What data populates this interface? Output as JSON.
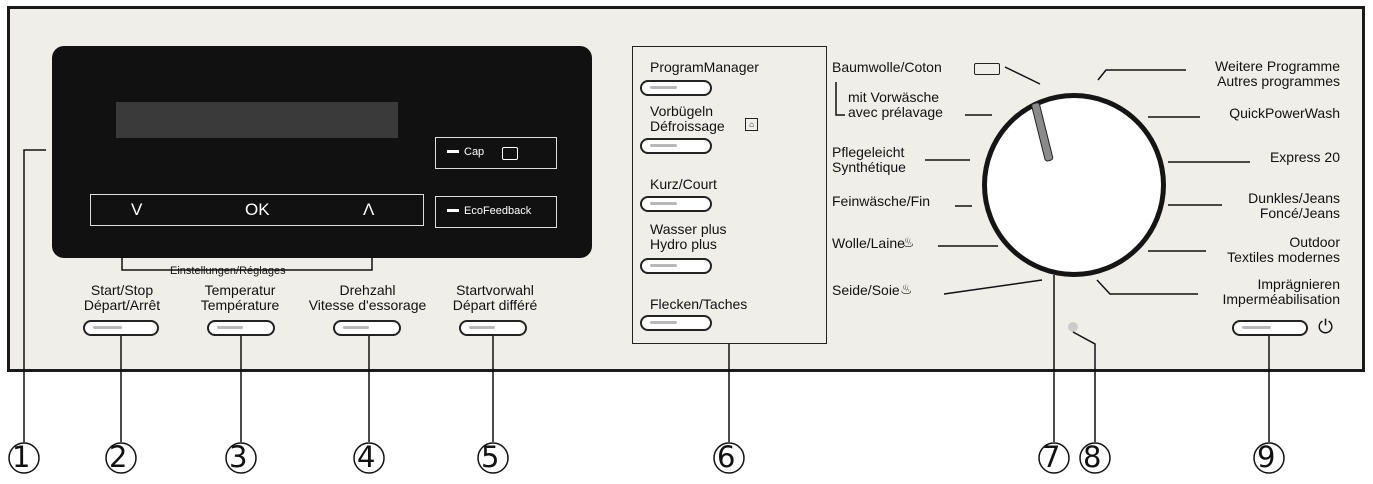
{
  "display": {
    "nav_down": "V",
    "nav_ok": "OK",
    "nav_up": "Λ",
    "cap_label": "Cap",
    "ecofeedback_label": "EcoFeedback",
    "settings_label": "Einstellungen/Réglages"
  },
  "buttons": {
    "start_stop_1": "Start/Stop",
    "start_stop_2": "Départ/Arrêt",
    "temp_1": "Temperatur",
    "temp_2": "Température",
    "spin_1": "Drehzahl",
    "spin_2": "Vitesse d'essorage",
    "delay_1": "Startvorwahl",
    "delay_2": "Départ différé"
  },
  "options": {
    "program_manager": "ProgramManager",
    "prewash_iron_1": "Vorbügeln",
    "prewash_iron_2": "Défroissage",
    "short": "Kurz/Court",
    "water_plus_1": "Wasser plus",
    "water_plus_2": "Hydro plus",
    "stains": "Flecken/Taches"
  },
  "programs_left": {
    "cotton": "Baumwolle/Coton",
    "prewash_1": "mit Vorwäsche",
    "prewash_2": "avec prélavage",
    "easycare_1": "Pflegeleicht",
    "easycare_2": "Synthétique",
    "delicates": "Feinwäsche/Fin",
    "wool": "Wolle/Laine",
    "silk": "Seide/Soie"
  },
  "programs_right": {
    "more_1": "Weitere Programme",
    "more_2": "Autres programmes",
    "quickpower": "QuickPowerWash",
    "express": "Express 20",
    "dark_1": "Dunkles/Jeans",
    "dark_2": "Foncé/Jeans",
    "outdoor_1": "Outdoor",
    "outdoor_2": "Textiles modernes",
    "impreg_1": "Imprägnieren",
    "impreg_2": "Imperméabilisation"
  },
  "power_symbol": "⏻",
  "callouts": [
    "1",
    "2",
    "3",
    "4",
    "5",
    "6",
    "7",
    "8",
    "9"
  ]
}
